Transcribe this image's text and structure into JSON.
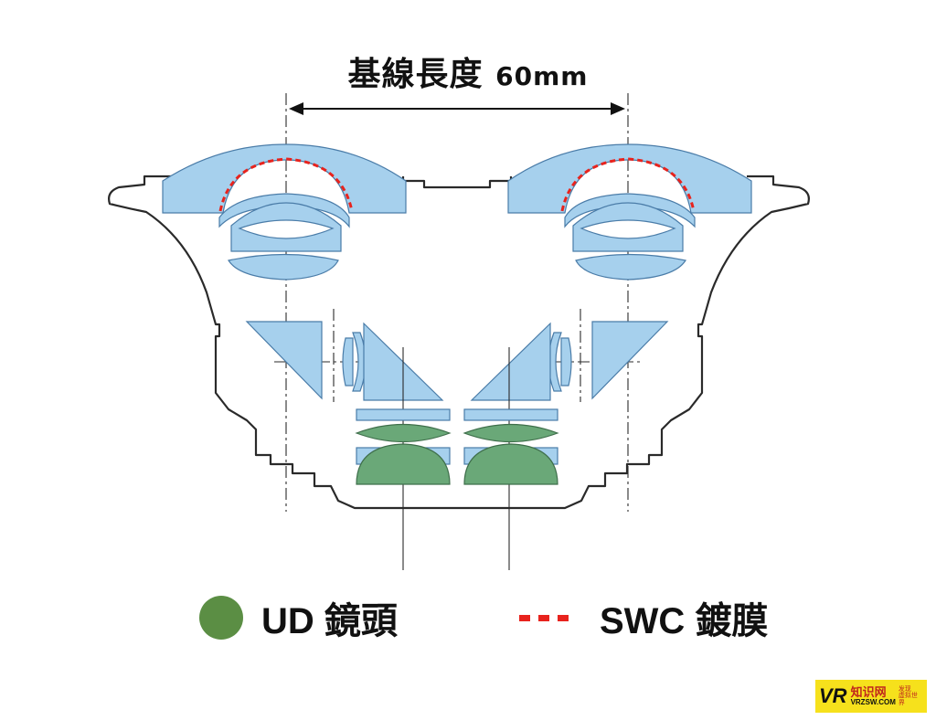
{
  "title": {
    "label": "基線長度",
    "value": "60mm"
  },
  "legend": {
    "ud_label": "UD 鏡頭",
    "swc_label": "SWC 鍍膜",
    "ud_color": "#5b8e44",
    "swc_color": "#e8231d"
  },
  "colors": {
    "lens_fill": "#a6d0ed",
    "lens_stroke": "#3f6f9a",
    "ud_fill": "#6aa878",
    "outline": "#2a2a2a",
    "axis": "#2a2a2a"
  },
  "watermark": {
    "vr": "VR",
    "cn": "知识网",
    "en": "VRZSW.COM",
    "small_1": "发现",
    "small_2": "虚拟世界"
  }
}
